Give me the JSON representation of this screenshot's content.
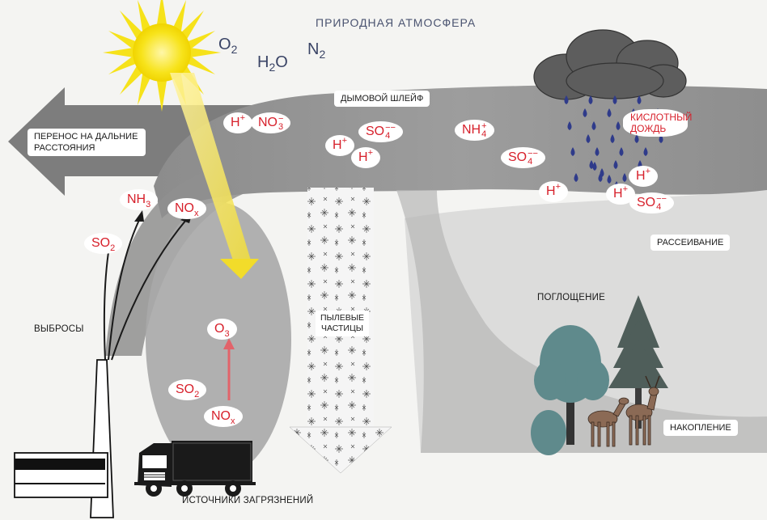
{
  "title": "ПРИРОДНАЯ АТМОСФЕРА",
  "gases": {
    "o2": {
      "base": "O",
      "sub": "2"
    },
    "h2o": {
      "base": "H",
      "sub": "2",
      "tail": "O"
    },
    "n2": {
      "base": "N",
      "sub": "2"
    }
  },
  "labels": {
    "long_range": "ПЕРЕНОС НА ДАЛЬНИЕ РАССТОЯНИЯ",
    "smoke_plume": "ДЫМОВОЙ ШЛЕЙФ",
    "acid_rain": "КИСЛОТНЫЙ ДОЖДЬ",
    "dispersion": "РАССЕИВАНИЕ",
    "absorption": "ПОГЛОЩЕНИЕ",
    "accumulation": "НАКОПЛЕНИЕ",
    "emissions": "ВЫБРОСЫ",
    "dust_particles": "ПЫЛЕВЫЕ ЧАСТИЦЫ",
    "pollution_sources": "ИСТОЧНИКИ ЗАГРЯЗНЕНИЙ"
  },
  "species": {
    "h_plus": {
      "base": "H",
      "sup": "+"
    },
    "no3_minus": {
      "base": "NO",
      "sub": "3",
      "sup": "−"
    },
    "so4_2minus": {
      "base": "SO",
      "sub": "4",
      "sup": "−−"
    },
    "nh4_plus": {
      "base": "NH",
      "sub": "4",
      "sup": "+"
    },
    "nh3": {
      "base": "NH",
      "sub": "3"
    },
    "nox": {
      "base": "NO",
      "sub": "x"
    },
    "so2": {
      "base": "SO",
      "sub": "2"
    },
    "o3": {
      "base": "O",
      "sub": "3"
    }
  },
  "colors": {
    "plume": "#9a9a9a",
    "plume_dark": "#7c7c7c",
    "sun": "#f6e21a",
    "ray": "#f3e24a",
    "red": "#d7202b",
    "rain": "#2f3b8a",
    "cloud": "#5d5d5d",
    "tree_teal": "#5f8a8c",
    "fir": "#4f5e5a",
    "deer": "#8b6a55"
  }
}
